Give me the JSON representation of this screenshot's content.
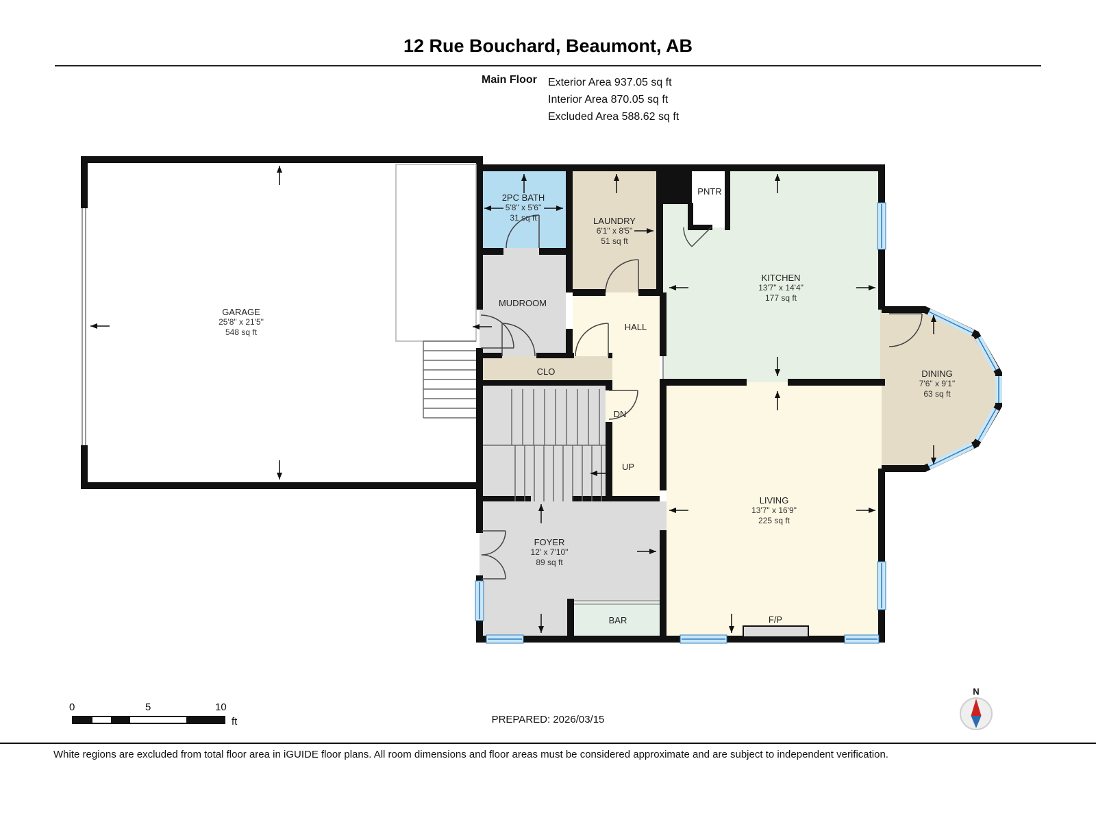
{
  "header": {
    "title": "12 Rue Bouchard, Beaumont, AB",
    "floor_label": "Main Floor",
    "areas": [
      "Exterior Area 937.05 sq ft",
      "Interior Area 870.05 sq ft",
      "Excluded Area 588.62 sq ft"
    ]
  },
  "rooms": {
    "garage": {
      "name": "GARAGE",
      "dims": "25'8\" x 21'5\"",
      "area": "548 sq ft"
    },
    "bath": {
      "name": "2PC BATH",
      "dims": "5'8\" x 5'6\"",
      "area": "31 sq ft"
    },
    "laundry": {
      "name": "LAUNDRY",
      "dims": "6'1\" x 8'5\"",
      "area": "51 sq ft"
    },
    "pantry": {
      "name": "PNTR"
    },
    "mudroom": {
      "name": "MUDROOM"
    },
    "hall": {
      "name": "HALL"
    },
    "closet": {
      "name": "CLO"
    },
    "kitchen": {
      "name": "KITCHEN",
      "dims": "13'7\" x 14'4\"",
      "area": "177 sq ft"
    },
    "dining": {
      "name": "DINING",
      "dims": "7'6\" x 9'1\"",
      "area": "63 sq ft"
    },
    "living": {
      "name": "LIVING",
      "dims": "13'7\" x 16'9\"",
      "area": "225 sq ft"
    },
    "foyer": {
      "name": "FOYER",
      "dims": "12' x 7'10\"",
      "area": "89 sq ft"
    },
    "bar": {
      "name": "BAR"
    },
    "fireplace": {
      "name": "F/P"
    },
    "stairs": {
      "down": "DN",
      "up": "UP"
    }
  },
  "footer": {
    "prepared": "PREPARED: 2026/03/15",
    "disclaimer": "White regions are excluded from total floor area in iGUIDE floor plans. All room dimensions and floor areas must be considered approximate and are subject to independent verification.",
    "scale": {
      "tick0": "0",
      "tick5": "5",
      "tick10": "10",
      "unit": "ft"
    },
    "compass": {
      "north": "N"
    }
  },
  "colors": {
    "wall": "#111111",
    "excluded_fill": "#ffffff",
    "bath_blue": "#b5ddf2",
    "tan": "#e5dcc8",
    "green": "#e7f0e5",
    "cream": "#fdf8e4",
    "gray": "#dcdcdc",
    "bar_green": "#e3efe7",
    "window_fill": "#c9e6f7",
    "window_line": "#2f7cbe",
    "compass_red": "#cc2222",
    "compass_blue": "#2b6cb0"
  }
}
